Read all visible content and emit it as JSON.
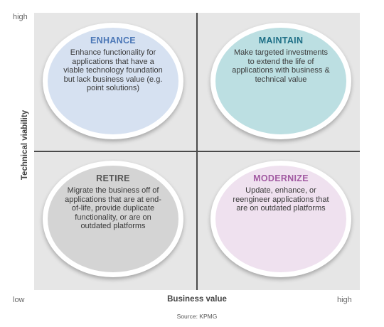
{
  "axes": {
    "y_label": "Technical viability",
    "x_label": "Business value",
    "y_high": "high",
    "x_low": "low",
    "x_high": "high"
  },
  "quadrants": {
    "enhance": {
      "title": "ENHANCE",
      "description": "Enhance functionality for applications that have a viable technology foundation but lack business value (e.g. point solutions)",
      "color": "#4a76b6"
    },
    "maintain": {
      "title": "MAINTAIN",
      "description": "Make targeted investments to extend the life of applications with business & technical value",
      "color": "#1d6f86"
    },
    "retire": {
      "title": "RETIRE",
      "description": "Migrate the business off of applications that are at end-of-life, provide duplicate functionality, or are on outdated platforms",
      "color": "#555555"
    },
    "modernize": {
      "title": "MODERNIZE",
      "description": "Update, enhance, or reengineer applications that are on outdated platforms",
      "color": "#a25aa2"
    }
  },
  "source": "Source:  KPMG"
}
